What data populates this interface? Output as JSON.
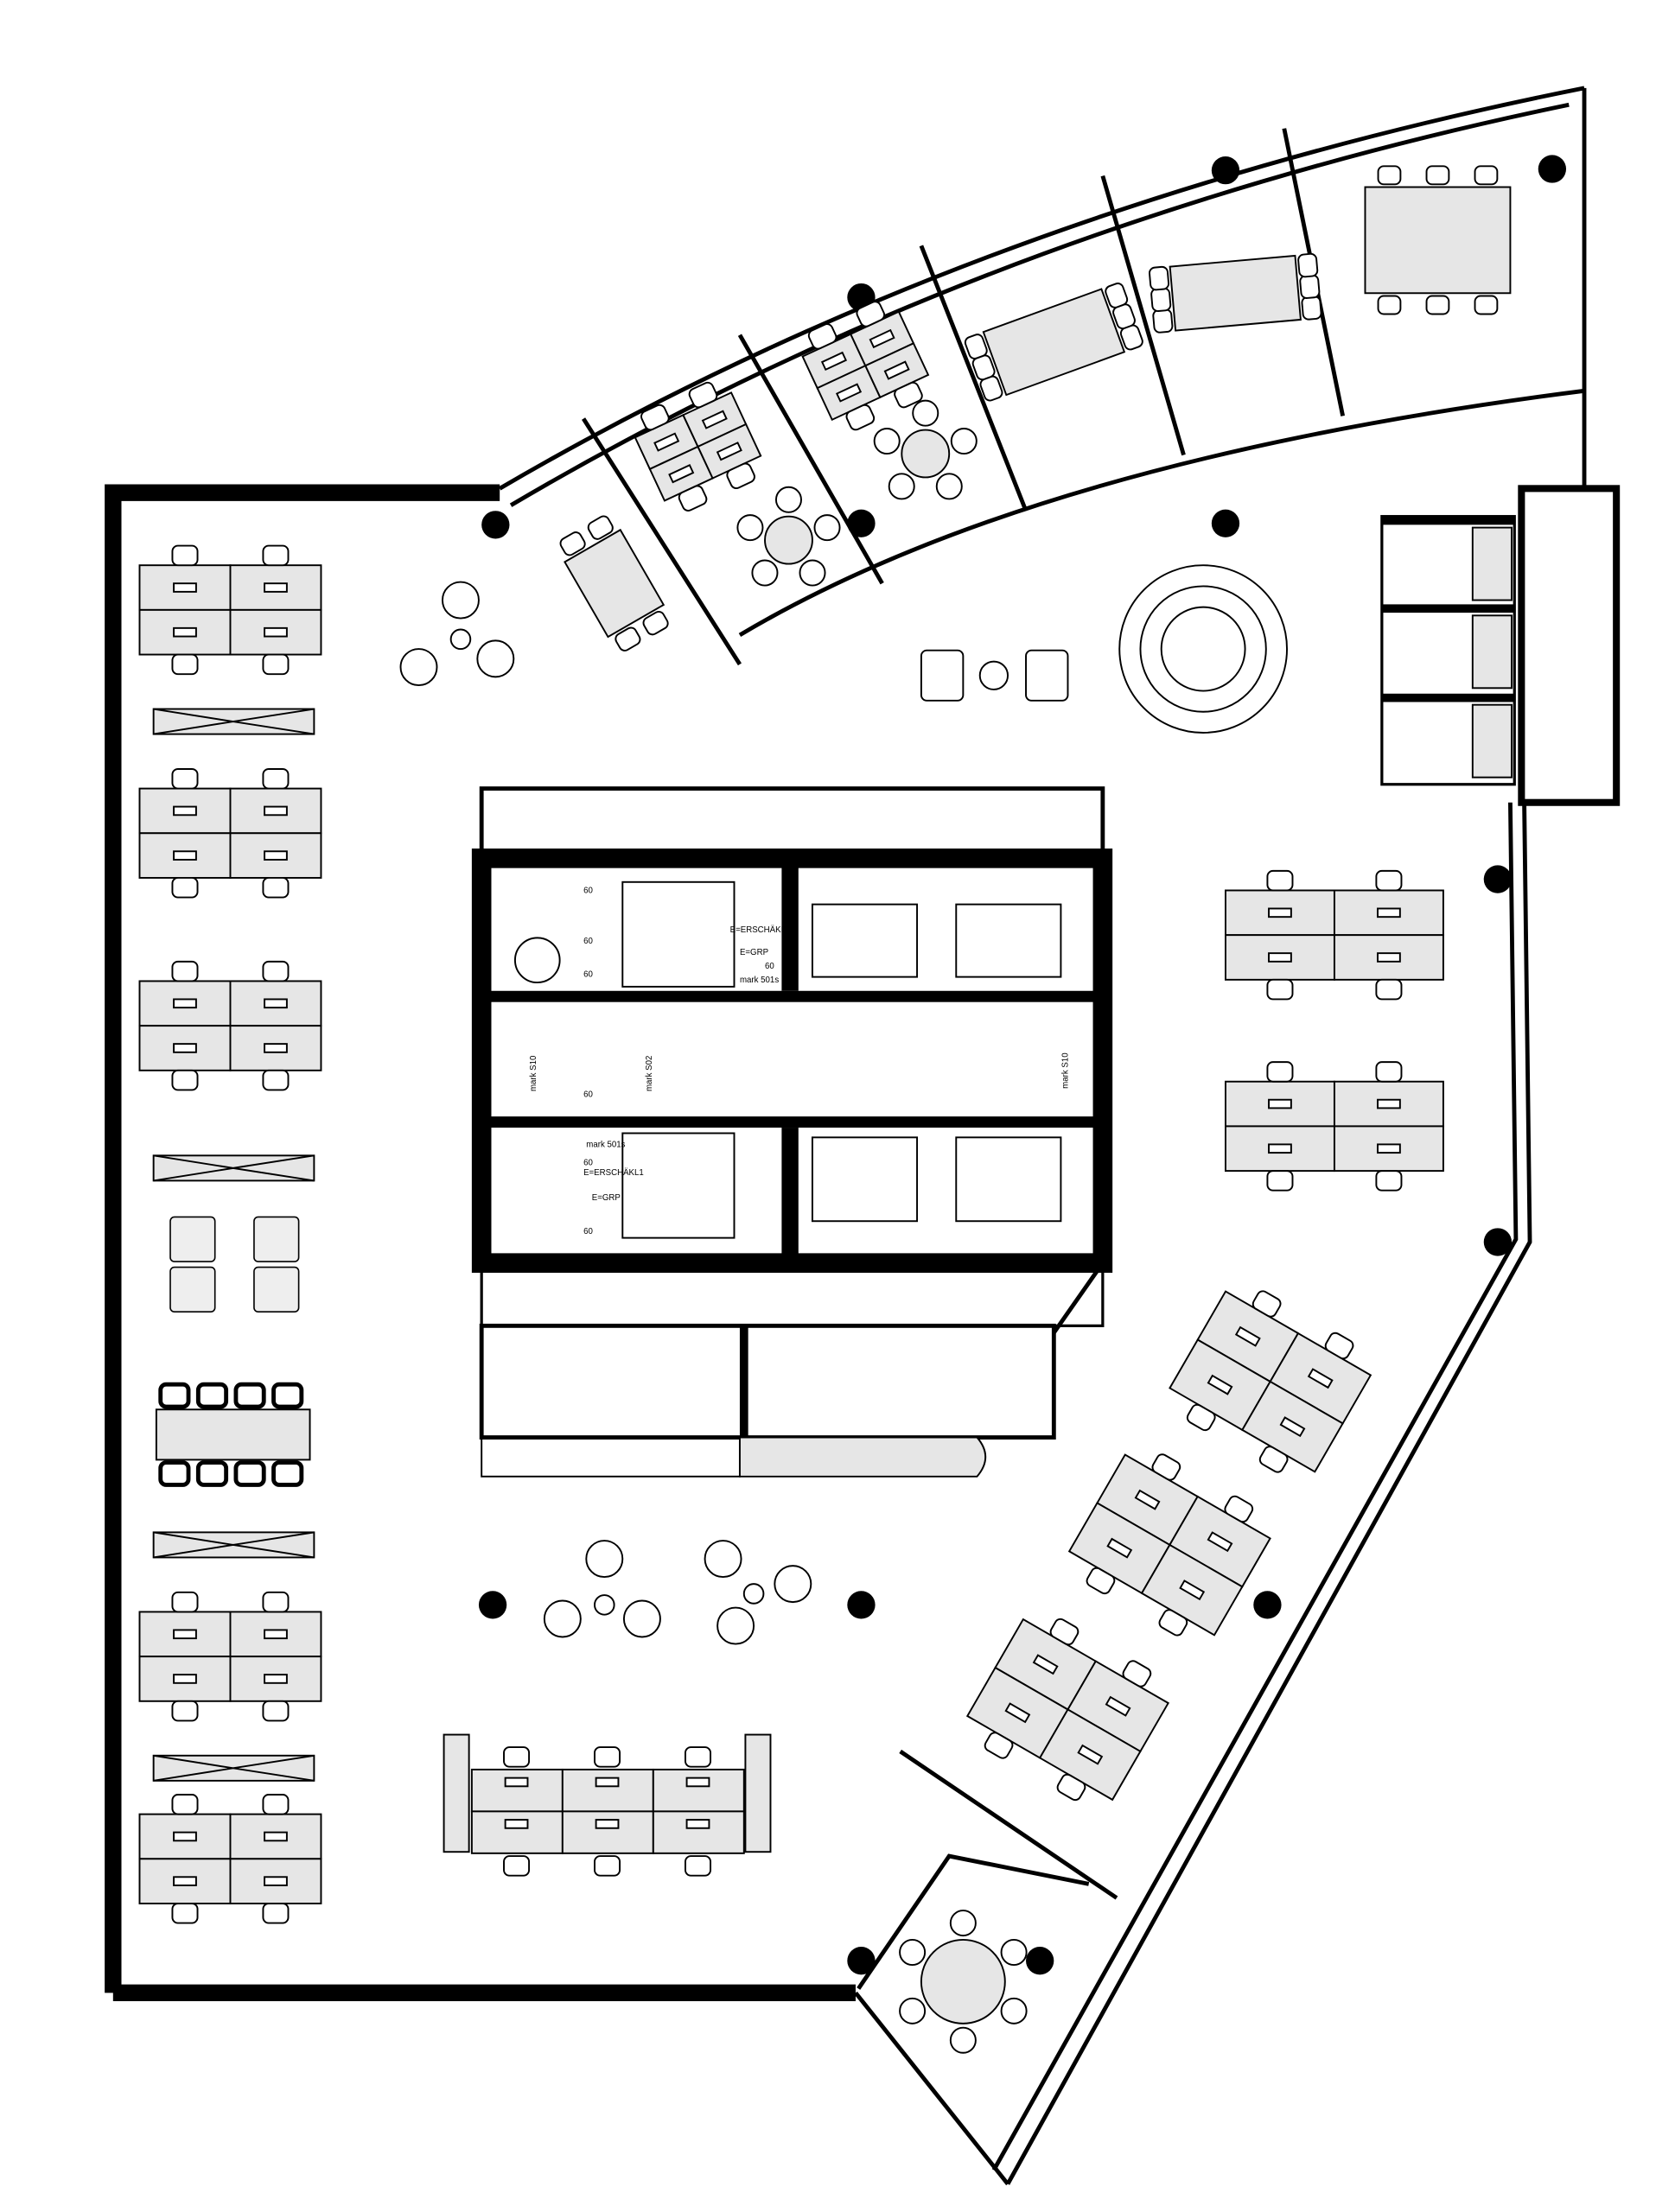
{
  "plan": {
    "core_labels": {
      "dim_60": "60",
      "emergency_switch": "E=ERSCHÄKL1",
      "emergency_grp": "E=GRP",
      "mark_501s": "mark 501s",
      "mark_s02": "mark S02",
      "mark_s10": "mark S10"
    }
  },
  "colors": {
    "wall": "#000000",
    "furniture_fill": "#e6e6e6",
    "background": "#ffffff"
  }
}
